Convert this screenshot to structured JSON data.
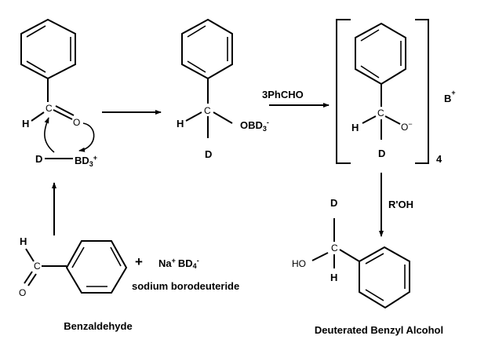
{
  "title": "Reduction of benzaldehyde with sodium borodeuteride",
  "reactant": {
    "name": "Benzaldehyde",
    "atoms": {
      "H": "H",
      "C": "C",
      "O": "O"
    }
  },
  "reagent": {
    "plus": "+",
    "na": "Na",
    "na_charge": "+",
    "bd": "BD",
    "bd_sub": "4",
    "bd_charge": "-",
    "name": "sodium borodeuteride"
  },
  "complex": {
    "H": "H",
    "C": "C",
    "O": "O",
    "D": "D",
    "BD": "BD",
    "BD_sub": "3",
    "BD_charge": "+"
  },
  "intermediate1": {
    "H": "H",
    "C": "C",
    "D": "D",
    "OBD": "OBD",
    "OBD_sub": "3",
    "OBD_charge": "-"
  },
  "step2": {
    "reagent": "3PhCHO"
  },
  "intermediate2": {
    "H": "H",
    "C": "C",
    "O": "O",
    "O_charge": "−",
    "D": "D",
    "count": "4",
    "counterion": "B",
    "counterion_charge": "+"
  },
  "step3": {
    "reagent": "R'OH"
  },
  "product": {
    "name": "Deuterated Benzyl Alcohol",
    "D": "D",
    "C": "C",
    "HO": "HO",
    "H": "H"
  }
}
